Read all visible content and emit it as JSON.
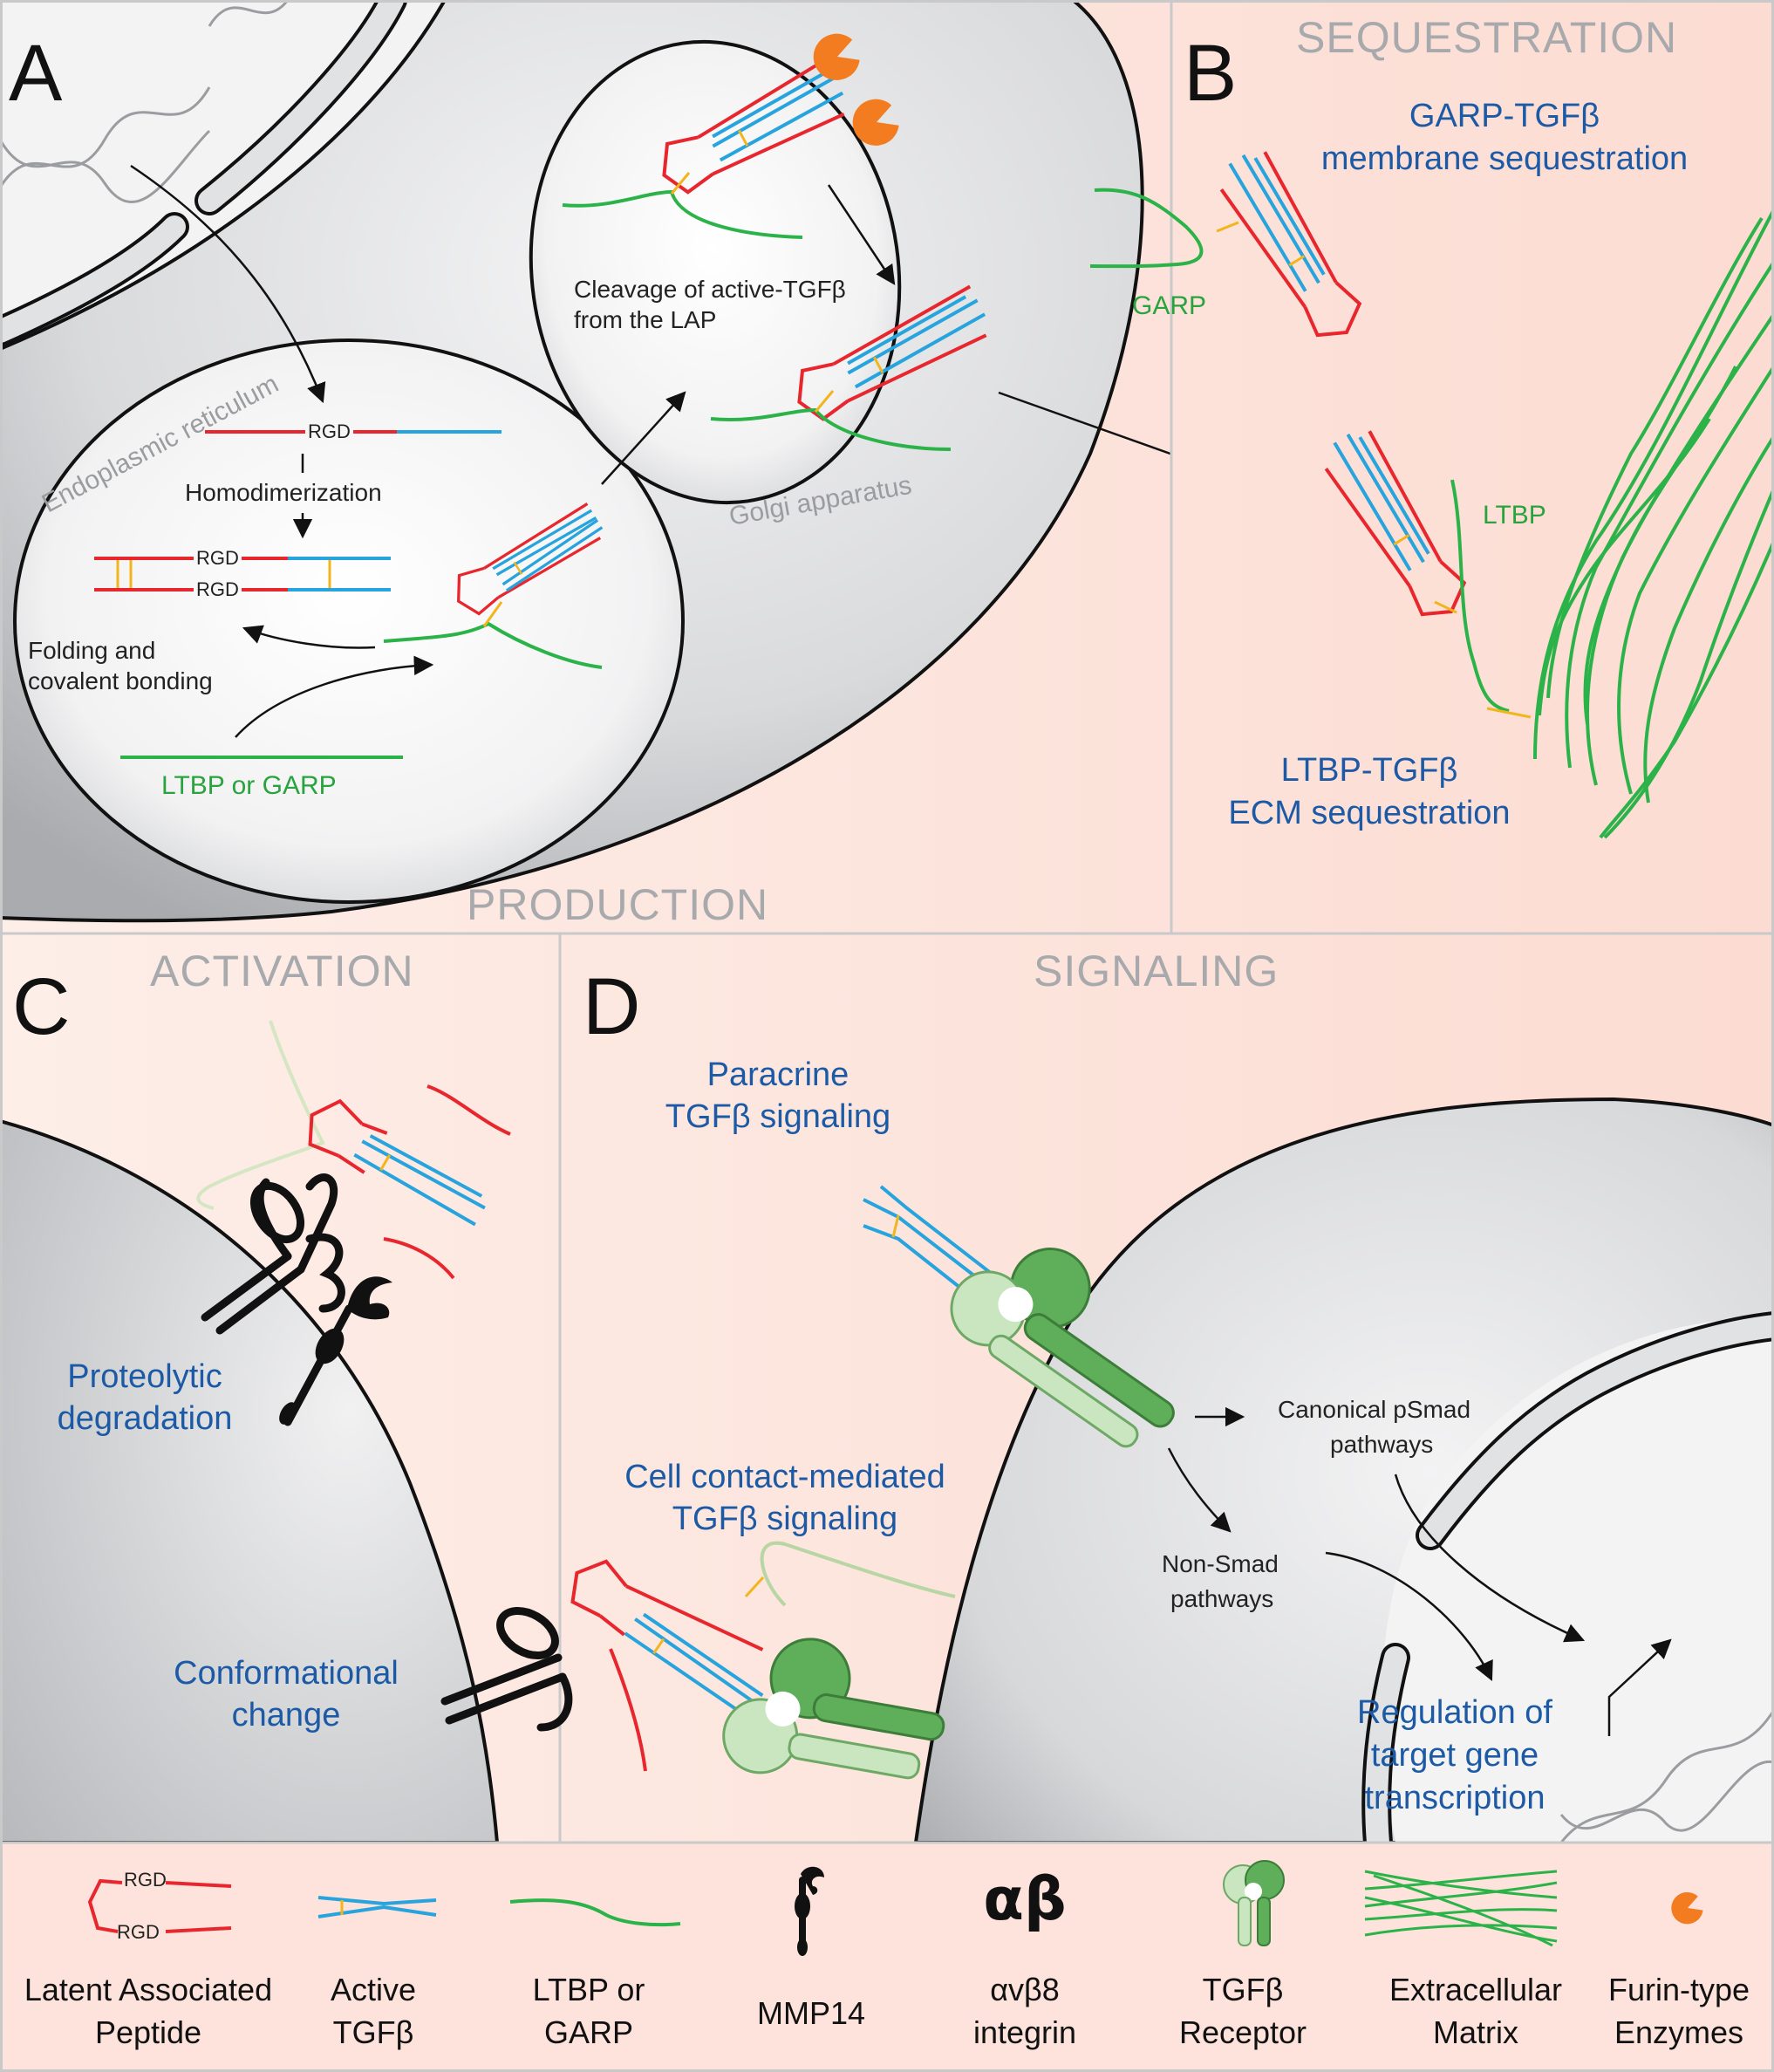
{
  "panels": {
    "a": {
      "letter": "A",
      "heading": "PRODUCTION"
    },
    "b": {
      "letter": "B",
      "heading": "SEQUESTRATION"
    },
    "c": {
      "letter": "C",
      "heading": "ACTIVATION"
    },
    "d": {
      "letter": "D",
      "heading": "SIGNALING"
    }
  },
  "production": {
    "er_label": "Endoplasmic reticulum",
    "golgi_label": "Golgi apparatus",
    "rgd": "RGD",
    "homodimerization": "Homodimerization",
    "folding_line1": "Folding and",
    "folding_line2": "covalent bonding",
    "ltbp_or_garp": "LTBP or GARP",
    "cleavage_line1": "Cleavage of active-TGFβ",
    "cleavage_line2": "from the LAP"
  },
  "sequestration": {
    "garp_title_line1": "GARP-TGFβ",
    "garp_title_line2": "membrane sequestration",
    "garp_label": "GARP",
    "ltbp_label": "LTBP",
    "ltbp_title_line1": "LTBP-TGFβ",
    "ltbp_title_line2": "ECM sequestration"
  },
  "activation": {
    "proteolytic_line1": "Proteolytic",
    "proteolytic_line2": "degradation",
    "conformational_line1": "Conformational",
    "conformational_line2": "change"
  },
  "signaling": {
    "paracrine_line1": "Paracrine",
    "paracrine_line2": "TGFβ signaling",
    "contact_line1": "Cell contact-mediated",
    "contact_line2": "TGFβ signaling",
    "canonical_line1": "Canonical pSmad",
    "canonical_line2": "pathways",
    "nonsmad_line1": "Non-Smad",
    "nonsmad_line2": "pathways",
    "regulation_line1": "Regulation of",
    "regulation_line2": "target gene",
    "regulation_line3": "transcription"
  },
  "legend": [
    {
      "icon": "latent-associated-peptide-icon",
      "line1": "Latent Associated",
      "line2": "Peptide"
    },
    {
      "icon": "active-tgfb-icon",
      "line1": "Active",
      "line2": "TGFβ"
    },
    {
      "icon": "ltbp-garp-icon",
      "line1": "LTBP or",
      "line2": "GARP"
    },
    {
      "icon": "mmp14-icon",
      "line1": "MMP14",
      "line2": ""
    },
    {
      "icon": "integrin-icon",
      "line1": "αvβ8",
      "line2": "integrin"
    },
    {
      "icon": "tgfb-receptor-icon",
      "line1": "TGFβ",
      "line2": "Receptor"
    },
    {
      "icon": "extracellular-matrix-icon",
      "line1": "Extracellular",
      "line2": "Matrix"
    },
    {
      "icon": "furin-enzyme-icon",
      "line1": "Furin-type",
      "line2": "Enzymes"
    }
  ],
  "legend_integrin_symbol": "αβ",
  "colors": {
    "lap": "#e8262d",
    "active_tgfb": "#27a4dd",
    "ltbp_garp": "#2bb34a",
    "disulfide": "#f2b51c",
    "furin": "#f47c20",
    "receptor_dark": "#5fae5a",
    "receptor_light": "#c9e6c0",
    "blue_text": "#1c5aa6",
    "heading_grey": "#a7a9ac",
    "background": "#fde6de"
  }
}
